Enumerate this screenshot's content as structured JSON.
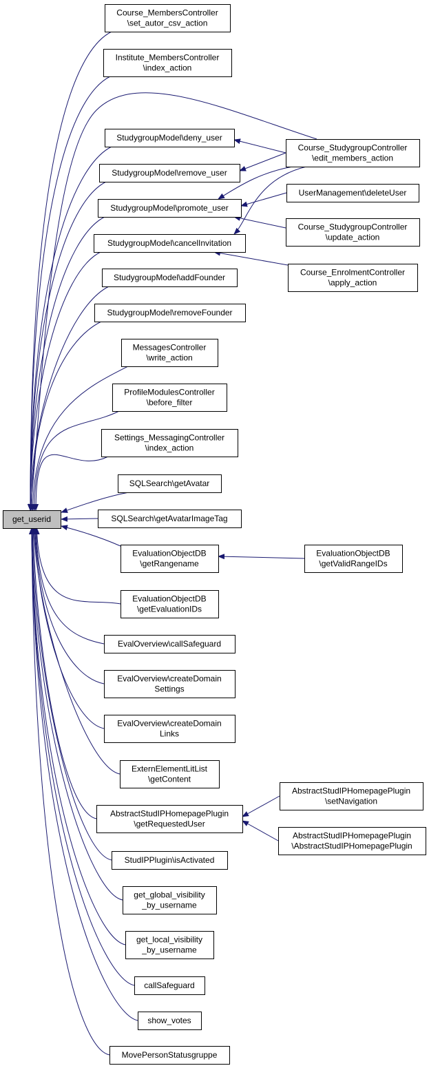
{
  "diagram": {
    "type": "call-graph",
    "colors": {
      "edge": "#191970",
      "node_border": "#000000",
      "node_fill": "#ffffff",
      "root_fill": "#bfbfbf"
    },
    "root": {
      "id": "get_userid",
      "lines": [
        "get_userid"
      ]
    },
    "nodes": [
      {
        "id": "n1",
        "lines": [
          "Course_MembersController",
          "\\set_autor_csv_action"
        ]
      },
      {
        "id": "n2",
        "lines": [
          "Institute_MembersController",
          "\\index_action"
        ]
      },
      {
        "id": "n3",
        "lines": [
          "StudygroupModel\\deny_user"
        ]
      },
      {
        "id": "n4",
        "lines": [
          "StudygroupModel\\remove_user"
        ]
      },
      {
        "id": "n5",
        "lines": [
          "StudygroupModel\\promote_user"
        ]
      },
      {
        "id": "n6",
        "lines": [
          "StudygroupModel\\cancelInvitation"
        ]
      },
      {
        "id": "n7",
        "lines": [
          "StudygroupModel\\addFounder"
        ]
      },
      {
        "id": "n8",
        "lines": [
          "StudygroupModel\\removeFounder"
        ]
      },
      {
        "id": "n9",
        "lines": [
          "MessagesController",
          "\\write_action"
        ]
      },
      {
        "id": "n10",
        "lines": [
          "ProfileModulesController",
          "\\before_filter"
        ]
      },
      {
        "id": "n11",
        "lines": [
          "Settings_MessagingController",
          "\\index_action"
        ]
      },
      {
        "id": "n12",
        "lines": [
          "SQLSearch\\getAvatar"
        ]
      },
      {
        "id": "n13",
        "lines": [
          "SQLSearch\\getAvatarImageTag"
        ]
      },
      {
        "id": "n14",
        "lines": [
          "EvaluationObjectDB",
          "\\getRangename"
        ]
      },
      {
        "id": "n15",
        "lines": [
          "EvaluationObjectDB",
          "\\getEvaluationIDs"
        ]
      },
      {
        "id": "n16",
        "lines": [
          "EvalOverview\\callSafeguard"
        ]
      },
      {
        "id": "n17",
        "lines": [
          "EvalOverview\\createDomain",
          "Settings"
        ]
      },
      {
        "id": "n18",
        "lines": [
          "EvalOverview\\createDomain",
          "Links"
        ]
      },
      {
        "id": "n19",
        "lines": [
          "ExternElementLitList",
          "\\getContent"
        ]
      },
      {
        "id": "n20",
        "lines": [
          "AbstractStudIPHomepagePlugin",
          "\\getRequestedUser"
        ]
      },
      {
        "id": "n21",
        "lines": [
          "StudIPPlugin\\isActivated"
        ]
      },
      {
        "id": "n22",
        "lines": [
          "get_global_visibility",
          "_by_username"
        ]
      },
      {
        "id": "n23",
        "lines": [
          "get_local_visibility",
          "_by_username"
        ]
      },
      {
        "id": "n24",
        "lines": [
          "callSafeguard"
        ]
      },
      {
        "id": "n25",
        "lines": [
          "show_votes"
        ]
      },
      {
        "id": "n26",
        "lines": [
          "MovePersonStatusgruppe"
        ]
      },
      {
        "id": "r1",
        "lines": [
          "Course_StudygroupController",
          "\\edit_members_action"
        ]
      },
      {
        "id": "r2",
        "lines": [
          "UserManagement\\deleteUser"
        ]
      },
      {
        "id": "r3",
        "lines": [
          "Course_StudygroupController",
          "\\update_action"
        ]
      },
      {
        "id": "r4",
        "lines": [
          "Course_EnrolmentController",
          "\\apply_action"
        ]
      },
      {
        "id": "r5",
        "lines": [
          "EvaluationObjectDB",
          "\\getValidRangeIDs"
        ]
      },
      {
        "id": "r6",
        "lines": [
          "AbstractStudIPHomepagePlugin",
          "\\setNavigation"
        ]
      },
      {
        "id": "r7",
        "lines": [
          "AbstractStudIPHomepagePlugin",
          "\\AbstractStudIPHomepagePlugin"
        ]
      }
    ],
    "edges": [
      {
        "from": "n1",
        "to": "get_userid"
      },
      {
        "from": "n2",
        "to": "get_userid"
      },
      {
        "from": "r1",
        "to": "get_userid"
      },
      {
        "from": "n3",
        "to": "get_userid"
      },
      {
        "from": "n4",
        "to": "get_userid"
      },
      {
        "from": "n5",
        "to": "get_userid"
      },
      {
        "from": "n6",
        "to": "get_userid"
      },
      {
        "from": "n7",
        "to": "get_userid"
      },
      {
        "from": "n8",
        "to": "get_userid"
      },
      {
        "from": "n9",
        "to": "get_userid"
      },
      {
        "from": "n10",
        "to": "get_userid"
      },
      {
        "from": "n11",
        "to": "get_userid"
      },
      {
        "from": "n12",
        "to": "get_userid"
      },
      {
        "from": "n13",
        "to": "get_userid"
      },
      {
        "from": "n14",
        "to": "get_userid"
      },
      {
        "from": "n15",
        "to": "get_userid"
      },
      {
        "from": "n16",
        "to": "get_userid"
      },
      {
        "from": "n17",
        "to": "get_userid"
      },
      {
        "from": "n18",
        "to": "get_userid"
      },
      {
        "from": "n19",
        "to": "get_userid"
      },
      {
        "from": "n20",
        "to": "get_userid"
      },
      {
        "from": "n21",
        "to": "get_userid"
      },
      {
        "from": "n22",
        "to": "get_userid"
      },
      {
        "from": "n23",
        "to": "get_userid"
      },
      {
        "from": "n24",
        "to": "get_userid"
      },
      {
        "from": "n25",
        "to": "get_userid"
      },
      {
        "from": "n26",
        "to": "get_userid"
      },
      {
        "from": "r1",
        "to": "n3"
      },
      {
        "from": "r1",
        "to": "n4"
      },
      {
        "from": "r1",
        "to": "n5"
      },
      {
        "from": "r1",
        "to": "n6"
      },
      {
        "from": "r2",
        "to": "n5"
      },
      {
        "from": "r3",
        "to": "n5"
      },
      {
        "from": "r4",
        "to": "n6"
      },
      {
        "from": "r5",
        "to": "n14"
      },
      {
        "from": "r6",
        "to": "n20"
      },
      {
        "from": "r7",
        "to": "n20"
      }
    ]
  }
}
